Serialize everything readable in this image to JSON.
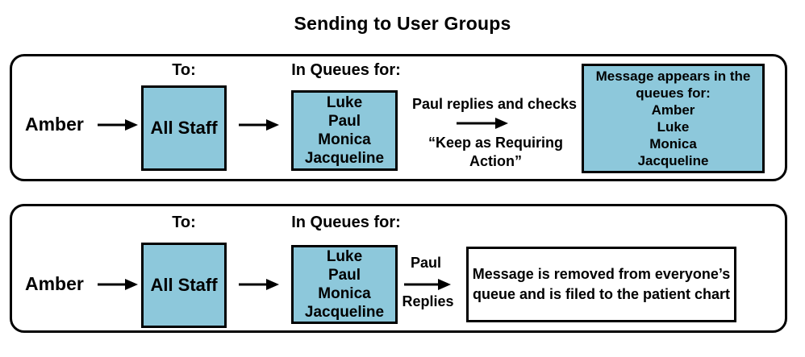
{
  "title": "Sending to User Groups",
  "colors": {
    "box_fill": "#8DC8DB",
    "outline": "#000000"
  },
  "panel_top": {
    "sender": "Amber",
    "to_label": "To:",
    "queues_label": "In Queues for:",
    "group_box": "All Staff",
    "queue_names": [
      "Luke",
      "Paul",
      "Monica",
      "Jacqueline"
    ],
    "action_line1": "Paul replies and checks",
    "action_line2": "“Keep as Requiring Action”",
    "result_lines": [
      "Message appears in the",
      "queues for:",
      "Amber",
      "Luke",
      "Monica",
      "Jacqueline"
    ]
  },
  "panel_bottom": {
    "sender": "Amber",
    "to_label": "To:",
    "queues_label": "In Queues for:",
    "group_box": "All Staff",
    "queue_names": [
      "Luke",
      "Paul",
      "Monica",
      "Jacqueline"
    ],
    "action_top": "Paul",
    "action_bottom": "Replies",
    "result_lines": [
      "Message is removed from everyone’s",
      "queue and is filed to the patient chart"
    ]
  }
}
